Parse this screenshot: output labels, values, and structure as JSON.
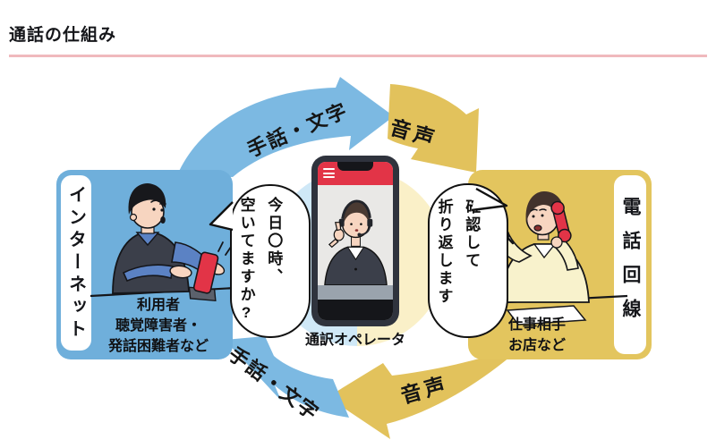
{
  "title": "通話の仕組み",
  "flow_labels": {
    "top_left": "手話・文字",
    "top_right": "音声",
    "bottom_left": "手話・文字",
    "bottom_right": "音声"
  },
  "left_panel": {
    "channel": "インターネット",
    "bubble_cols": [
      "今日〇時、",
      "空いてますか?"
    ],
    "caption": [
      "利用者",
      "聴覚障害者・",
      "発話困難者など"
    ]
  },
  "center": {
    "caption": "通訳オペレータ"
  },
  "right_panel": {
    "channel": "電話回線",
    "bubble_cols": [
      "確認して",
      "折り返します"
    ],
    "caption": [
      "仕事相手",
      "お店など"
    ]
  },
  "colors": {
    "blue_box": "#6fafdb",
    "blue_arrow": "#7cb9e2",
    "light_blue": "#cfe8f7",
    "yellow_box": "#e3c55e",
    "yellow_arrow": "#e2c25c",
    "light_yellow": "#faf0c8",
    "red": "#e23447",
    "ink": "#15161a",
    "underline": "#f0b9bd",
    "frame": "#2f333d",
    "screen": "#e9e8e6",
    "gray_bar": "#9aa3ad",
    "suit": "#3b3f4a",
    "skin": "#f7d5c0",
    "shirt_blue": "#5b82c4",
    "blouse": "#f8f2cc",
    "hair_brown": "#43322c"
  }
}
